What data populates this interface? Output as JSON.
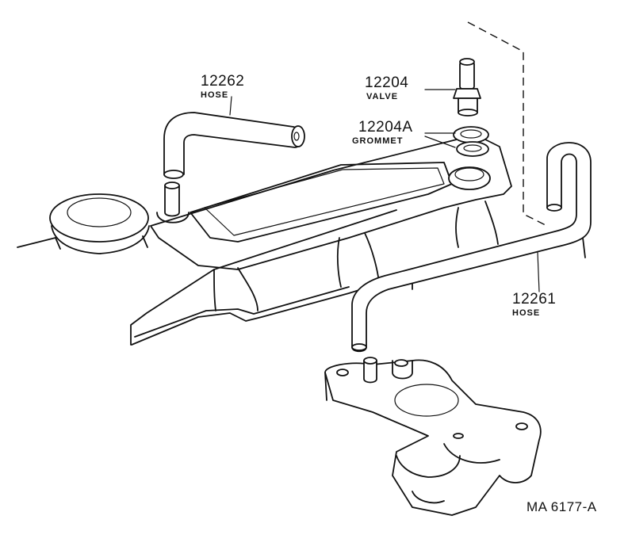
{
  "parts": [
    {
      "number": "12262",
      "name": "HOSE"
    },
    {
      "number": "12204",
      "name": "VALVE"
    },
    {
      "number": "12204A",
      "name": "GROMMET"
    },
    {
      "number": "12261",
      "name": "HOSE"
    }
  ],
  "diagram_ref": "MA 6177-A"
}
